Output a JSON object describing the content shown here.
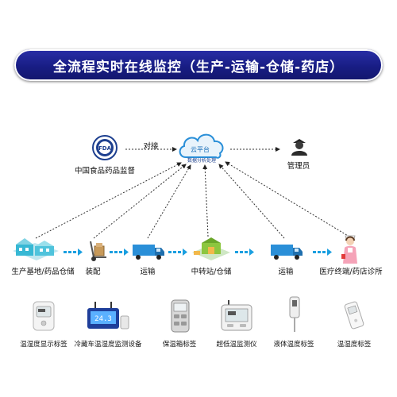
{
  "title": "全流程实时在线监控（生产-运输-仓储-药店）",
  "cloud": {
    "label": "云平台",
    "sublabel": "数据分析处理"
  },
  "top_nodes": {
    "fda": "中国食品药品监督",
    "link": "对接",
    "admin": "管理员",
    "fda_badge": "FDA"
  },
  "flow": [
    {
      "label": "生产基地/药品仓储"
    },
    {
      "label": "装配"
    },
    {
      "label": "运输"
    },
    {
      "label": "中转站/仓储"
    },
    {
      "label": "运输"
    },
    {
      "label": "医疗终端/药店诊所"
    }
  ],
  "devices": [
    {
      "label": "温湿度显示标签"
    },
    {
      "label": "冷藏车温湿度监测设备"
    },
    {
      "label": "保温箱标签"
    },
    {
      "label": "超低温监测仪"
    },
    {
      "label": "液体温度标签"
    },
    {
      "label": "温湿度标签"
    }
  ],
  "colors": {
    "banner": "#181d84",
    "arrow": "#1a9fe0",
    "truck": "#2a8fd8"
  }
}
